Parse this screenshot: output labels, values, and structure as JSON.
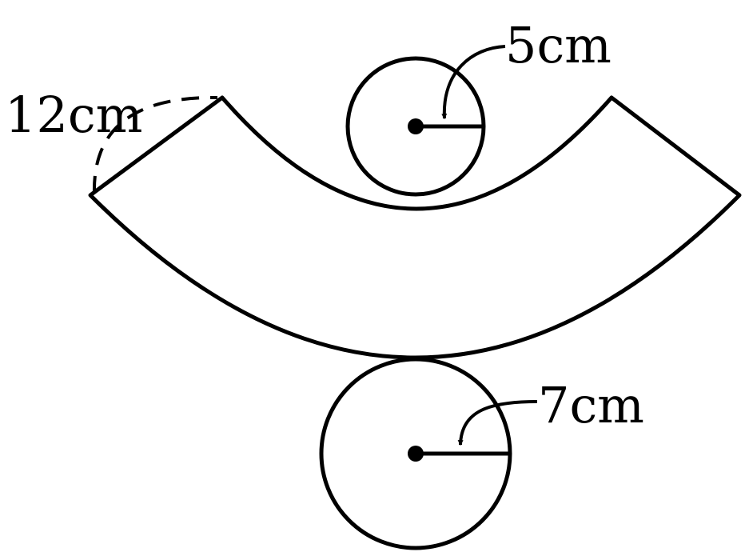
{
  "labels": {
    "slant_height": "12cm",
    "top_radius": "5cm",
    "bottom_radius": "7cm"
  },
  "colors": {
    "stroke": "#000000",
    "background": "#ffffff"
  }
}
